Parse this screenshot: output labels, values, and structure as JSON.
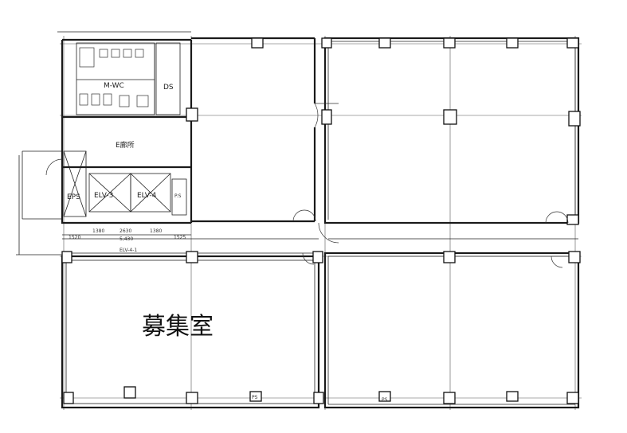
{
  "labels": {
    "mwc": "M-WC",
    "ds": "DS",
    "ehall": "E廊所",
    "eps": "EPS",
    "elv3": "ELV-3",
    "elv4": "ELV-4",
    "ps": "P.S",
    "ps2": "PS",
    "ps3": "PS",
    "elv_top": "ELV-4-1",
    "dim_1520": "1520",
    "dim_1380": "1380",
    "dim_2630": "2630",
    "dim_5430": "5,430",
    "dim_1525": "1525",
    "room_title": "募集室"
  }
}
